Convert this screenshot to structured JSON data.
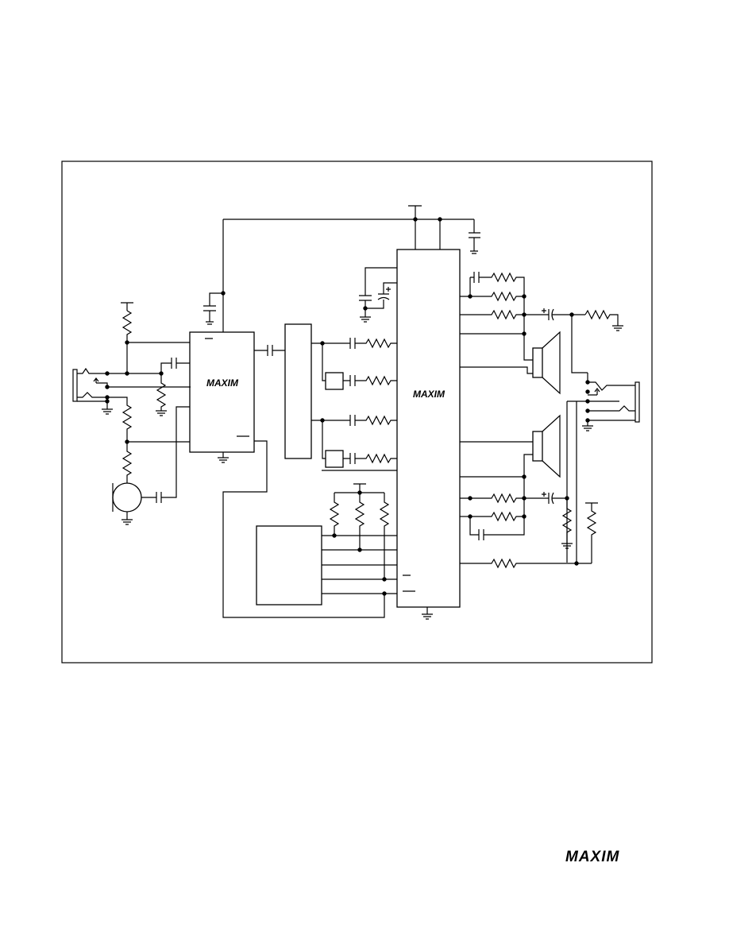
{
  "figure": {
    "logos": {
      "headphone_amp": "MAXIM",
      "main_ic": "MAXIM"
    }
  },
  "footer": {
    "logo": "MAXIM"
  }
}
